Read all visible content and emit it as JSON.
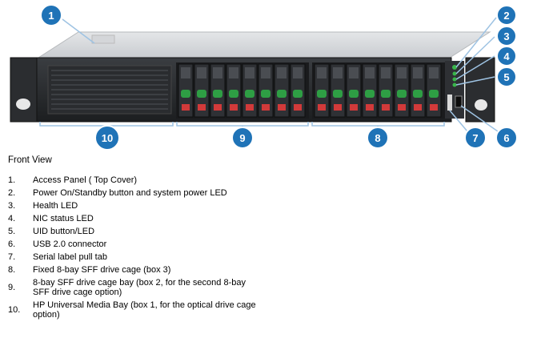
{
  "callouts": [
    "1",
    "2",
    "3",
    "4",
    "5",
    "6",
    "7",
    "8",
    "9",
    "10"
  ],
  "legend": {
    "title": "Front View",
    "items": [
      {
        "num": "1.",
        "text": "Access Panel ( Top Cover)"
      },
      {
        "num": "2.",
        "text": "Power On/Standby button and system power LED"
      },
      {
        "num": "3.",
        "text": "Health LED"
      },
      {
        "num": "4.",
        "text": "NIC status LED"
      },
      {
        "num": "5.",
        "text": "UID button/LED"
      },
      {
        "num": "6.",
        "text": "USB 2.0 connector"
      },
      {
        "num": "7.",
        "text": "Serial label pull tab"
      },
      {
        "num": "8.",
        "text": "Fixed 8-bay SFF drive cage (box 3)"
      },
      {
        "num": "9.",
        "text": "8-bay SFF drive cage bay (box 2, for the second 8-bay SFF drive cage option)"
      },
      {
        "num": "10.",
        "text": "HP Universal Media Bay (box 1, for the optical drive cage option)"
      }
    ]
  },
  "colors": {
    "callout": "#1f73b7",
    "drive_latch": "#2e9e44",
    "drive_handle": "#d23a3a"
  }
}
